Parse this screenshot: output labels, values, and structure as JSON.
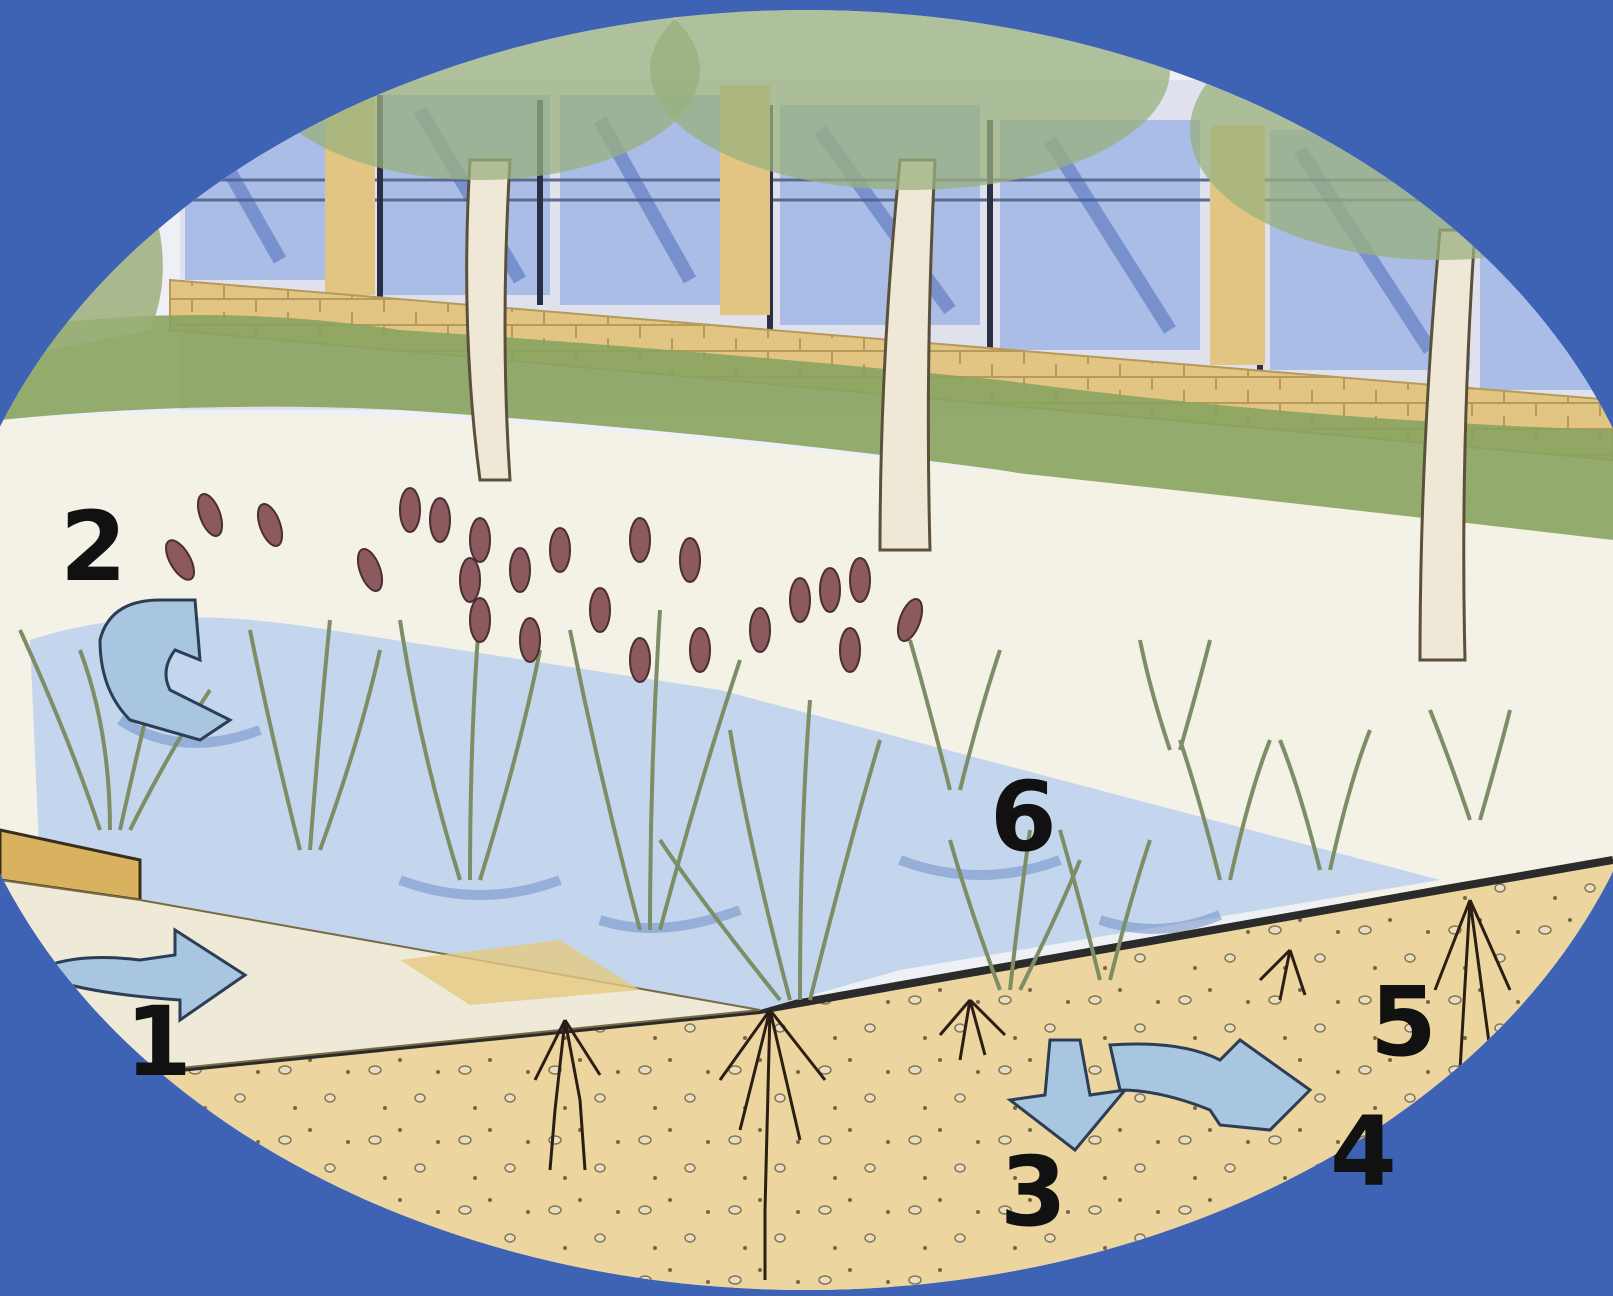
{
  "colors": {
    "frame": "#3f63b4",
    "sky": "#eef0f6",
    "window_glass": "#a9bde6",
    "window_shadow": "#3f5db0",
    "brick": "#e2c582",
    "mortar": "#b59a5a",
    "hedge": "#8aa35f",
    "pavement": "#f4f1e6",
    "water": "#c4d6ee",
    "soil": "#ecd59e",
    "soil_dark": "#cdb57a",
    "curb": "#d8b25f",
    "reed": "#7d8e66",
    "cattail": "#8c5a5e",
    "tree_trunk": "#efe8d6",
    "foliage": "#9ab07e",
    "arrow": "#a8c6df",
    "roots": "#2b1e15",
    "label": "#111111"
  },
  "icons": {
    "arrow_shape": "flow-arrow-icon",
    "tree_shape": "tree-icon",
    "plant_shape": "reed-clump-icon",
    "cattail_shape": "cattail-icon"
  },
  "labels": {
    "one": "1",
    "two": "2",
    "three": "3",
    "four": "4",
    "five": "5",
    "six": "6"
  }
}
